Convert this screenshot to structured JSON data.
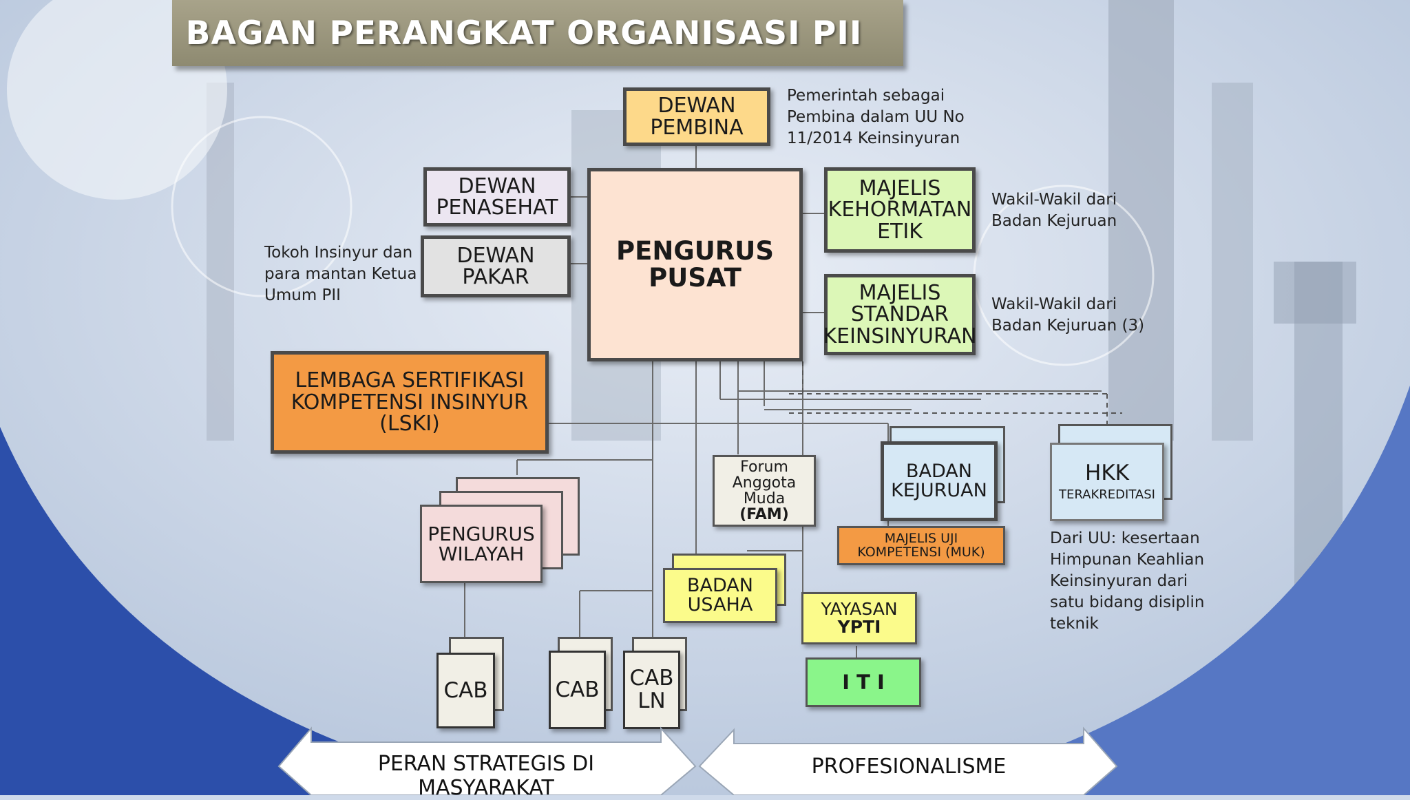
{
  "title": "BAGAN PERANGKAT ORGANISASI PII",
  "boxes": {
    "dewan_pembina": [
      "DEWAN",
      "PEMBINA"
    ],
    "dewan_penasehat": [
      "DEWAN",
      "PENASEHAT"
    ],
    "dewan_pakar": [
      "DEWAN",
      "PAKAR"
    ],
    "pengurus_pusat": [
      "PENGURUS",
      "PUSAT"
    ],
    "majelis_kehormatan": [
      "MAJELIS",
      "KEHORMATAN",
      "ETIK"
    ],
    "majelis_standar": [
      "MAJELIS",
      "STANDAR",
      "KEINSINYURAN"
    ],
    "lski": [
      "LEMBAGA SERTIFIKASI",
      "KOMPETENSI INSINYUR",
      "(LSKI)"
    ],
    "pengurus_wilayah": [
      "PENGURUS",
      "WILAYAH"
    ],
    "fam": [
      "Forum",
      "Anggota",
      "Muda",
      "(FAM)"
    ],
    "badan_kejuruan": [
      "BADAN",
      "KEJURUAN"
    ],
    "hkk": [
      "HKK",
      "TERAKREDITASI"
    ],
    "muk": [
      "MAJELIS UJI",
      "KOMPETENSI (MUK)"
    ],
    "badan_usaha": [
      "BADAN",
      "USAHA"
    ],
    "yayasan": [
      "YAYASAN",
      "YPTI"
    ],
    "iti": "I T I",
    "cab1": "CAB",
    "cab2": "CAB",
    "cab_ln": [
      "CAB",
      "LN"
    ]
  },
  "notes": {
    "pembina": [
      "Pemerintah sebagai",
      "Pembina dalam UU No",
      "11/2014 Keinsinyuran"
    ],
    "tokoh": [
      "Tokoh Insinyur dan",
      "para mantan Ketua",
      "Umum PII"
    ],
    "kehormatan": [
      "Wakil-Wakil dari",
      "Badan Kejuruan"
    ],
    "standar": [
      "Wakil-Wakil dari",
      "Badan Kejuruan (3)"
    ],
    "hkk": [
      "Dari UU: kesertaan",
      "Himpunan Keahlian",
      "Keinsinyuran dari",
      "satu bidang disiplin",
      "teknik"
    ]
  },
  "arrows": {
    "left": "PERAN STRATEGIS DI MASYARAKAT",
    "right": "PROFESIONALISME"
  },
  "colors": {
    "peach": "#fde3d2",
    "yellow_orange": "#fdd98a",
    "light_green": "#dcf7b7",
    "orange": "#f39a44",
    "pink": "#f4dbdb",
    "light_blue": "#d6e8f5",
    "yellow": "#fbfb8b",
    "green": "#8af58a",
    "grey": "#e2e2e2",
    "lavender": "#ece6f1",
    "cream": "#f1efe6",
    "title_bar": "#9b9780"
  }
}
